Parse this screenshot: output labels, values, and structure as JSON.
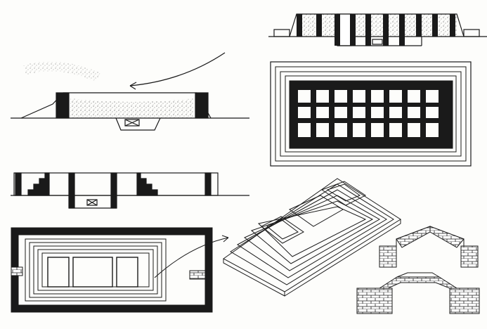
{
  "figure": {
    "caption": "",
    "panels": [
      {
        "id": "section-with-cover",
        "label": ""
      },
      {
        "id": "section-stepped",
        "label": ""
      },
      {
        "id": "plan-stepped-enclosure",
        "label": ""
      },
      {
        "id": "elevation-long",
        "label": ""
      },
      {
        "id": "plan-cellular",
        "label": ""
      },
      {
        "id": "isometric-stepped-pyramid",
        "label": ""
      },
      {
        "id": "corbel-detail-1",
        "label": ""
      },
      {
        "id": "corbel-detail-2",
        "label": ""
      }
    ]
  },
  "colors": {
    "ink": "#1a1a1a",
    "paper": "#fdfdfb",
    "stipple": "#555555"
  }
}
